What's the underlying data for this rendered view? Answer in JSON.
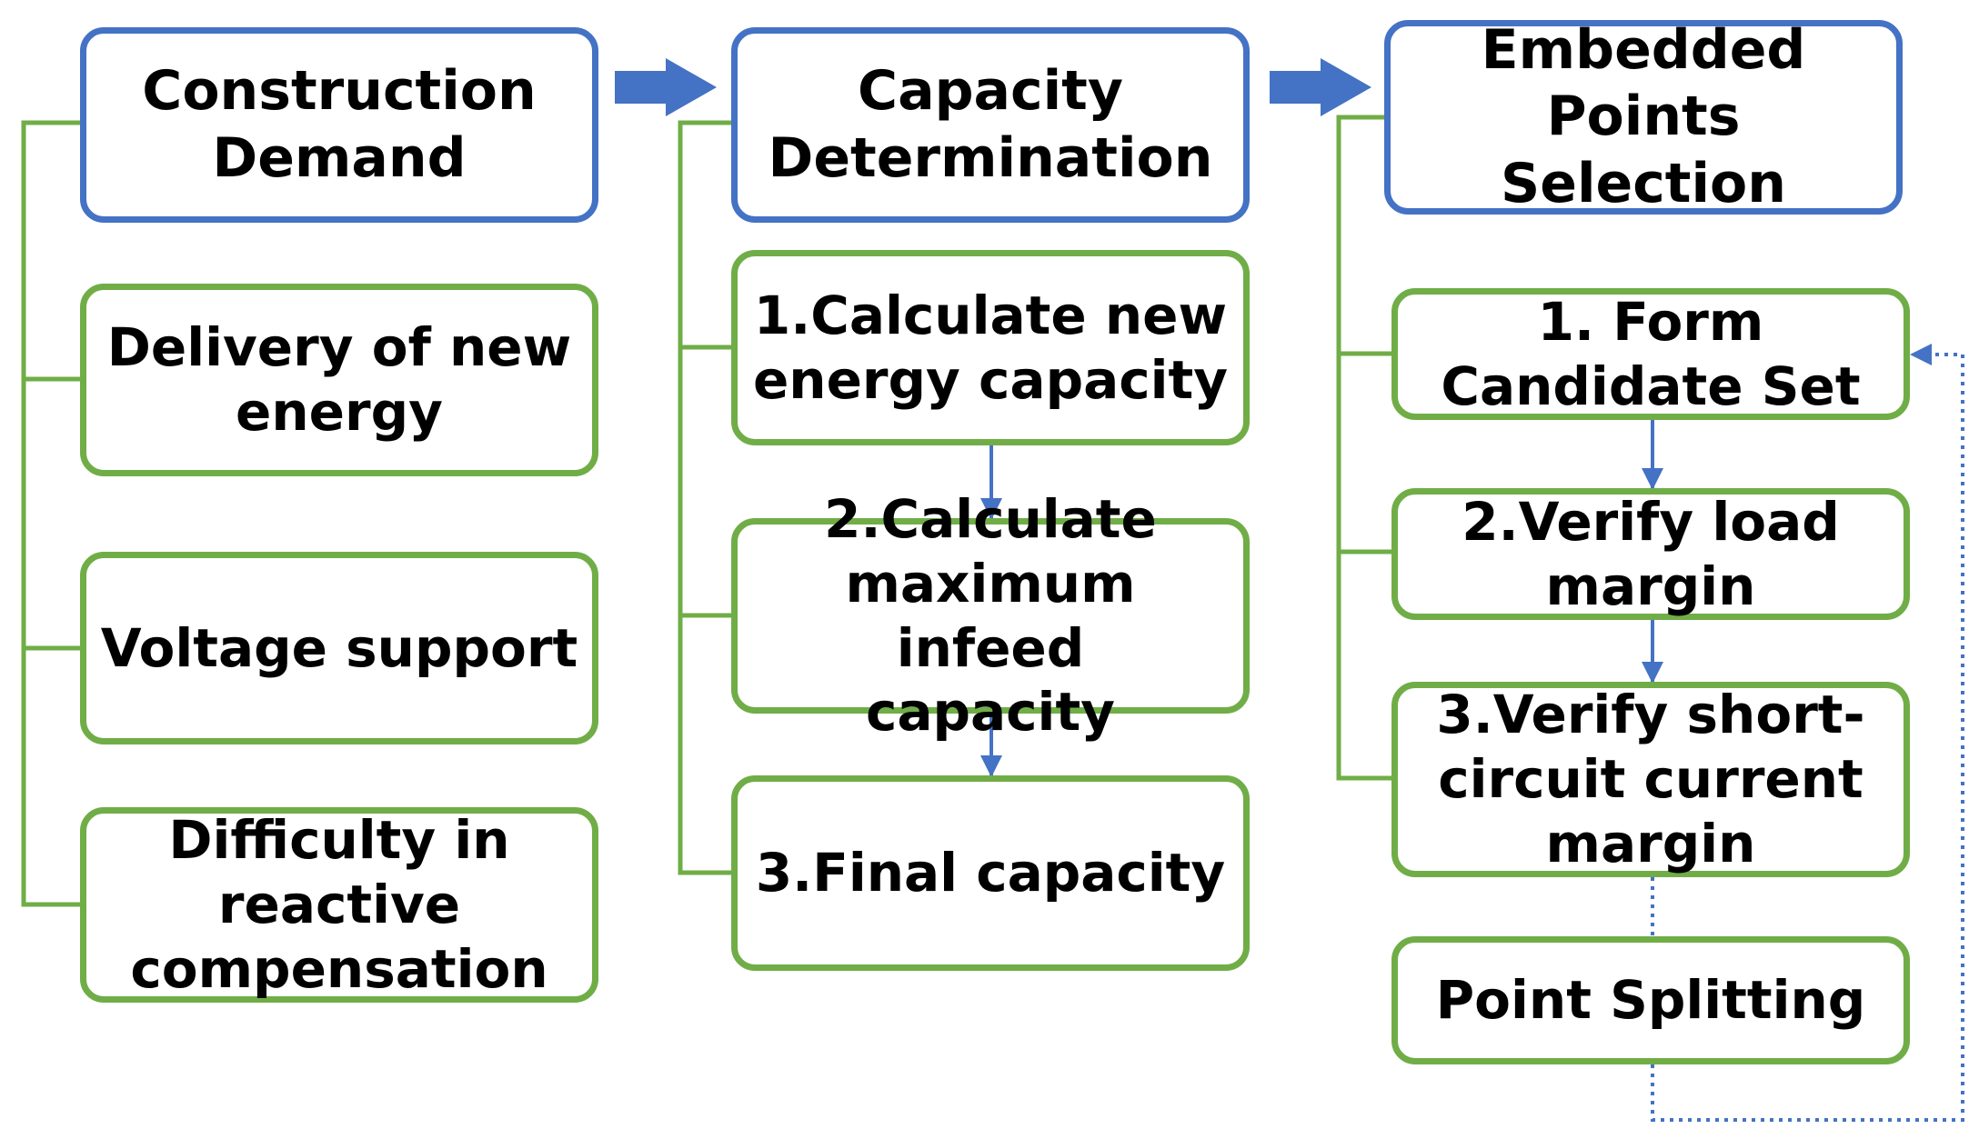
{
  "columns": [
    {
      "header": "Construction\nDemand",
      "items": [
        "Delivery of new\nenergy",
        "Voltage support",
        "Difficulty in\nreactive\ncompensation"
      ]
    },
    {
      "header": "Capacity\nDetermination",
      "items": [
        "1.Calculate new\nenergy capacity",
        "2.Calculate\nmaximum infeed\ncapacity",
        "3.Final capacity"
      ]
    },
    {
      "header": "Embedded\nPoints Selection",
      "items": [
        "1. Form\nCandidate Set",
        "2.Verify load\nmargin",
        "3.Verify short-\ncircuit current\nmargin",
        "Point Splitting"
      ]
    }
  ],
  "colors": {
    "header_border": "#4472c4",
    "item_border": "#70ad47",
    "arrow_fill": "#4472c4",
    "bracket_line": "#70ad47",
    "flow_arrow": "#4472c4",
    "loop_dotted": "#4472c4"
  }
}
